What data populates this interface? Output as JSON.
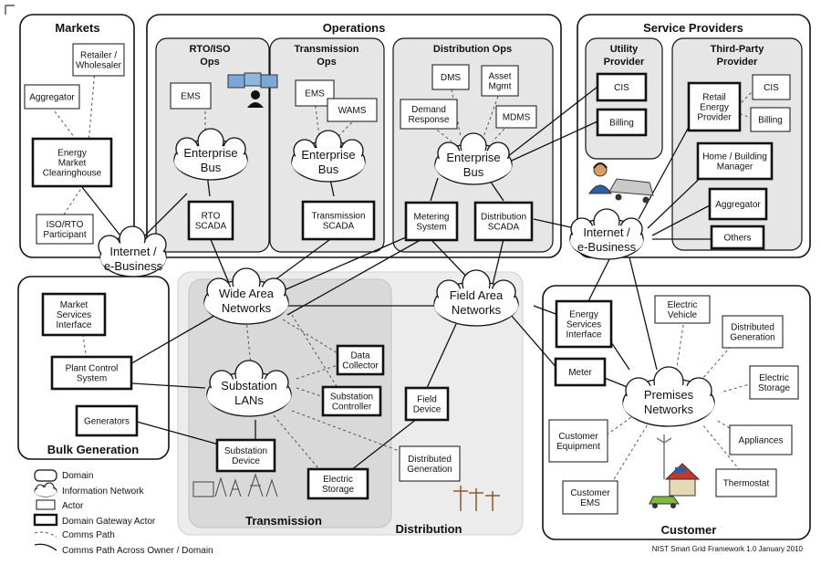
{
  "domains": {
    "markets": "Markets",
    "operations": "Operations",
    "service_providers": "Service Providers",
    "bulk_generation": "Bulk Generation",
    "transmission": "Transmission",
    "distribution": "Distribution",
    "customer": "Customer"
  },
  "subdomains": {
    "rto": [
      "RTO/ISO",
      "Ops"
    ],
    "transmission_ops": [
      "Transmission",
      "Ops"
    ],
    "distribution_ops": "Distribution Ops",
    "utility_provider": [
      "Utility",
      "Provider"
    ],
    "third_party": [
      "Third-Party",
      "Provider"
    ]
  },
  "actors": {
    "retailer": [
      "Retailer /",
      "Wholesaler"
    ],
    "aggregator_mkt": [
      "Aggregator"
    ],
    "clearinghouse": [
      "Energy",
      "Market",
      "Clearinghouse"
    ],
    "iso_participant": [
      "ISO/RTO",
      "Participant"
    ],
    "ems_rto": [
      "EMS"
    ],
    "rto_scada": [
      "RTO",
      "SCADA"
    ],
    "ems_tx": [
      "EMS"
    ],
    "wams": [
      "WAMS"
    ],
    "tx_scada": [
      "Transmission",
      "SCADA"
    ],
    "dms": [
      "DMS"
    ],
    "asset_mgmt": [
      "Asset",
      "Mgmt"
    ],
    "demand_response": [
      "Demand",
      "Response"
    ],
    "mdms": [
      "MDMS"
    ],
    "metering_system": [
      "Metering",
      "System"
    ],
    "dist_scada": [
      "Distribution",
      "SCADA"
    ],
    "cis_utility": [
      "CIS"
    ],
    "billing_utility": [
      "Billing"
    ],
    "retail_energy": [
      "Retail",
      "Energy",
      "Provider"
    ],
    "cis_tp": [
      "CIS"
    ],
    "billing_tp": [
      "Billing"
    ],
    "home_building": [
      "Home / Building",
      "Manager"
    ],
    "aggregator_sp": [
      "Aggregator"
    ],
    "others": [
      "Others"
    ],
    "market_services": [
      "Market",
      "Services",
      "Interface"
    ],
    "plant_control": [
      "Plant Control",
      "System"
    ],
    "generators": [
      "Generators"
    ],
    "data_collector": [
      "Data",
      "Collector"
    ],
    "substation_controller": [
      "Substation",
      "Controller"
    ],
    "substation_device": [
      "Substation",
      "Device"
    ],
    "electric_storage_d": [
      "Electric",
      "Storage"
    ],
    "field_device": [
      "Field",
      "Device"
    ],
    "distributed_gen_d": [
      "Distributed",
      "Generation"
    ],
    "energy_services": [
      "Energy",
      "Services",
      "Interface"
    ],
    "meter": [
      "Meter"
    ],
    "electric_vehicle": [
      "Electric",
      "Vehicle"
    ],
    "distributed_gen_c": [
      "Distributed",
      "Generation"
    ],
    "electric_storage_c": [
      "Electric",
      "Storage"
    ],
    "appliances": [
      "Appliances"
    ],
    "thermostat": [
      "Thermostat"
    ],
    "customer_equipment": [
      "Customer",
      "Equipment"
    ],
    "customer_ems": [
      "Customer",
      "EMS"
    ]
  },
  "networks": {
    "enterprise_bus_rto": [
      "Enterprise",
      "Bus"
    ],
    "enterprise_bus_tx": [
      "Enterprise",
      "Bus"
    ],
    "enterprise_bus_dist": [
      "Enterprise",
      "Bus"
    ],
    "internet_left": [
      "Internet /",
      "e-Business"
    ],
    "internet_right": [
      "Internet /",
      "e-Business"
    ],
    "wide_area": [
      "Wide Area",
      "Networks"
    ],
    "field_area": [
      "Field Area",
      "Networks"
    ],
    "substation_lans": [
      "Substation",
      "LANs"
    ],
    "premises": [
      "Premises",
      "Networks"
    ]
  },
  "legend": {
    "domain": "Domain",
    "information_network": "Information Network",
    "actor": "Actor",
    "gateway_actor": "Domain Gateway Actor",
    "comms_path": "Comms Path",
    "comms_path_across": "Comms Path Across Owner / Domain"
  },
  "footer": "NIST  Smart Grid Framework 1.0 January 2010",
  "colors": {
    "subdomain_fill": "#e6e6e6",
    "transmission_fill": "#d9d9d9",
    "distribution_fill": "#ececec",
    "line": "#111111"
  }
}
